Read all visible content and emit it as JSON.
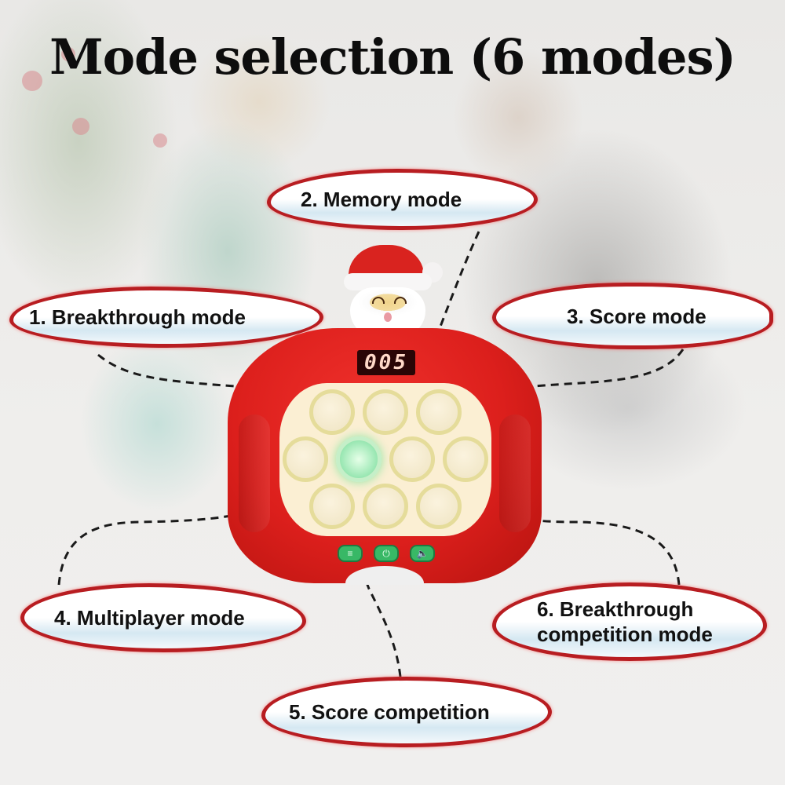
{
  "title": "Mode selection (6 modes)",
  "modes": [
    {
      "number": "1.",
      "label": "1. Breakthrough mode"
    },
    {
      "number": "2.",
      "label": "2. Memory mode"
    },
    {
      "number": "3.",
      "label": "3. Score mode"
    },
    {
      "number": "4.",
      "label": "4. Multiplayer mode"
    },
    {
      "number": "5.",
      "label": "5. Score competition"
    },
    {
      "number": "6.",
      "label_line1": "6. Breakthrough",
      "label_line2": "competition mode"
    }
  ],
  "device": {
    "display_value": "005",
    "buttons": [
      {
        "name": "menu",
        "icon": "menu-icon",
        "glyph": "≡"
      },
      {
        "name": "power",
        "icon": "power-icon",
        "glyph": "⏻"
      },
      {
        "name": "sound",
        "icon": "speaker-icon",
        "glyph": "🔈"
      }
    ],
    "pop_rows": [
      3,
      4,
      3
    ],
    "lit_pop": "row 2, column 2",
    "topper": "santa"
  },
  "colors": {
    "bubble_border": "#b81d21",
    "device_red": "#dc1f1c",
    "pad_cream": "#fbefd3",
    "button_green": "#38b866",
    "lit_green": "#9de8b5",
    "title_black": "#0d0d0d"
  }
}
